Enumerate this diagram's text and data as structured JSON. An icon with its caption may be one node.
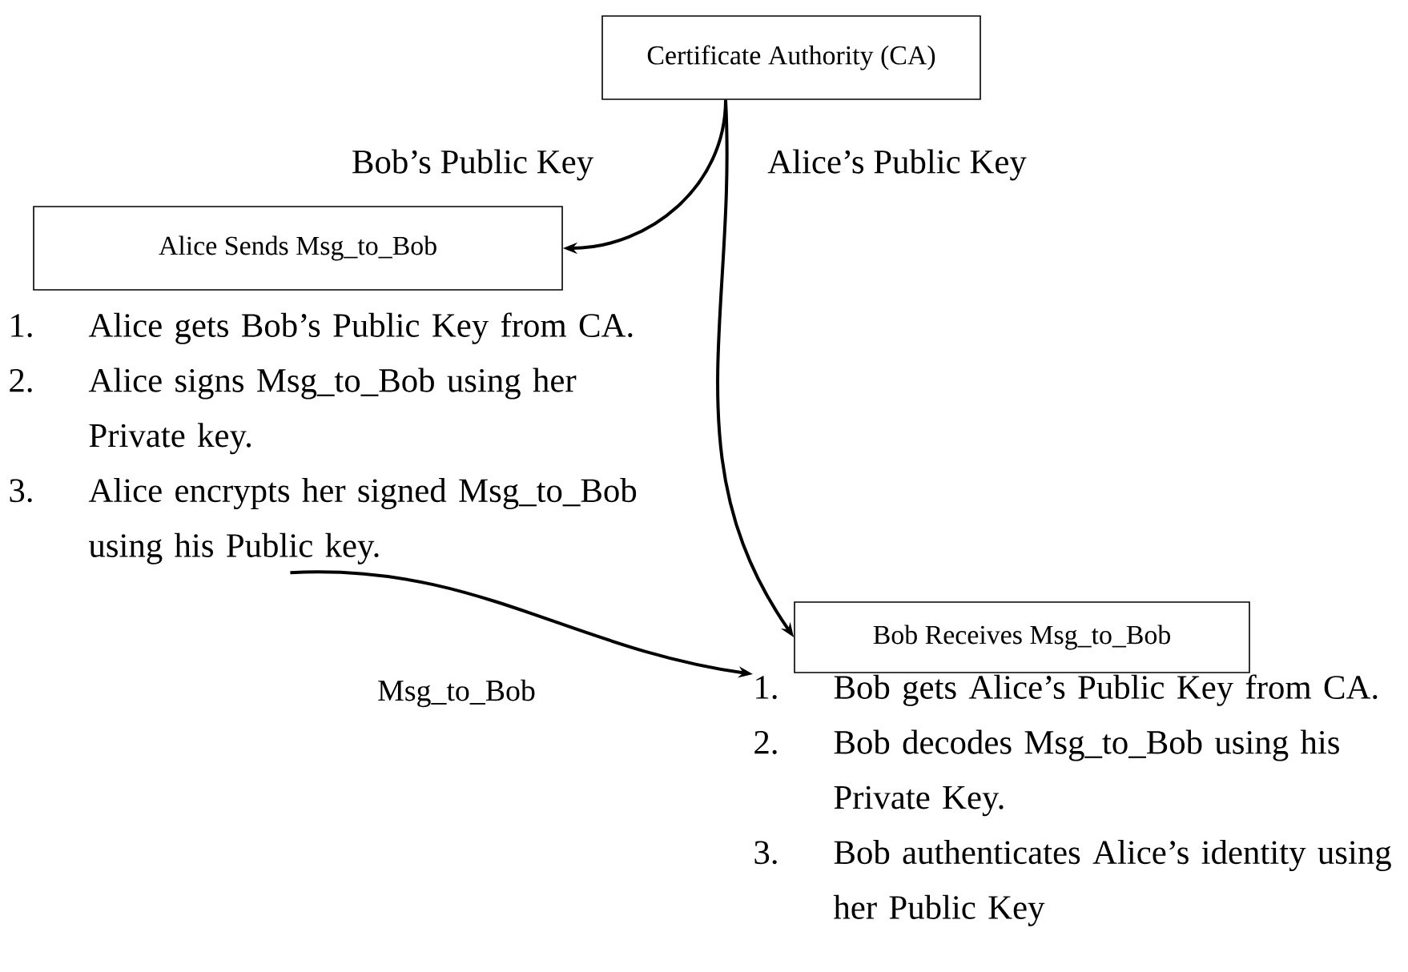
{
  "diagram": {
    "nodes": [
      {
        "text": [
          "Certificate Authority (CA)"
        ]
      },
      {
        "text": [
          "Alice Sends Msg_to_Bob"
        ]
      },
      {
        "text": [
          "Bob Receives Msg_to_Bob"
        ]
      },
      {
        "text": [
          "1.",
          "Alice gets Bob’s Public Key from CA.",
          "2.",
          "Alice signs Msg_to_Bob using her Private key.",
          "3.",
          "Alice encrypts her signed Msg_to_Bob using his Public key."
        ]
      },
      {
        "text": [
          "1.",
          "Bob gets Alice’s Public Key from CA.",
          "2.",
          "Bob decodes Msg_to_Bob using his Private Key.",
          "3.",
          "Bob authenticates Alice’s identity using her Public Key"
        ]
      }
    ],
    "edges": [
      {
        "from": 0,
        "to": 1,
        "arrow": "to",
        "label": "Bob’s Public Key"
      },
      {
        "from": 0,
        "to": 2,
        "arrow": "to",
        "label": "Alice’s Public Key"
      },
      {
        "from": 3,
        "to": 4,
        "arrow": "to",
        "label": "Msg_to_Bob"
      }
    ]
  }
}
